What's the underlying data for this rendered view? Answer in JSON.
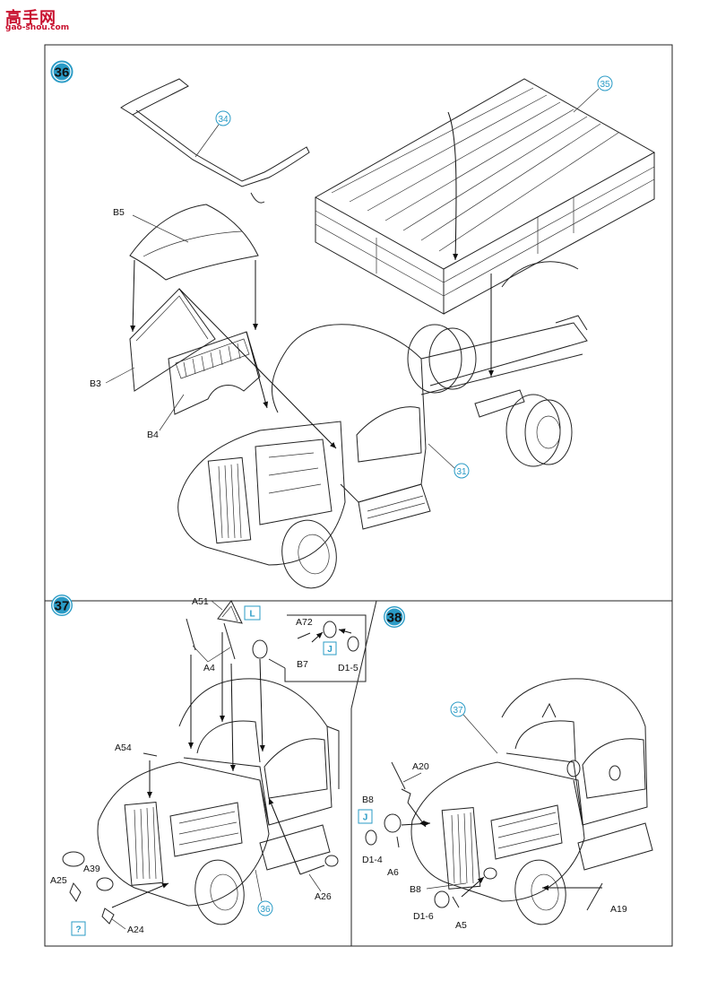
{
  "watermark": {
    "cn": "高手网",
    "url": "gao-shou.com"
  },
  "colors": {
    "accent": "#2a9bc6",
    "step": "#2a9bc6",
    "logo": "#c8102e"
  },
  "steps": [
    {
      "number": "36",
      "callouts": [
        "34",
        "35",
        "31"
      ],
      "parts": [
        "B5",
        "B3",
        "B4"
      ]
    },
    {
      "number": "37",
      "callouts": [
        "36"
      ],
      "boxes": [
        "L",
        "J",
        "?"
      ],
      "parts": [
        "A51",
        "A4",
        "A72",
        "B7",
        "D1-5",
        "A54",
        "A25",
        "A39",
        "A24",
        "A26"
      ]
    },
    {
      "number": "38",
      "callouts": [
        "37"
      ],
      "boxes": [
        "J"
      ],
      "parts": [
        "A20",
        "B8",
        "D1-4",
        "A6",
        "B8",
        "D1-6",
        "A5",
        "A19"
      ]
    }
  ]
}
